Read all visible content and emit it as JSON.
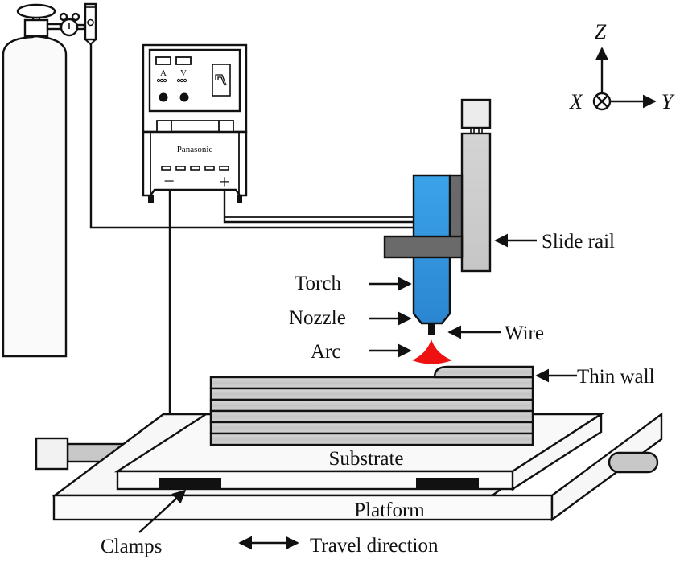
{
  "title": "Wire arc additive manufacturing (WAAM) experimental setup",
  "power_source": {
    "brand": "Panasonic",
    "meter_labels": [
      "A",
      "V"
    ],
    "terminal_negative": "−",
    "terminal_positive": "+"
  },
  "axes": {
    "z": "Z",
    "x": "X",
    "y": "Y"
  },
  "labels": {
    "slide_rail": "Slide rail",
    "torch": "Torch",
    "nozzle": "Nozzle",
    "wire": "Wire",
    "arc": "Arc",
    "thin_wall": "Thin wall",
    "substrate": "Substrate",
    "platform": "Platform",
    "clamps": "Clamps",
    "travel_direction": "Travel direction"
  },
  "thin_wall": {
    "layer_count": 6
  },
  "colors": {
    "torch": "#3a9be3",
    "torch_dark": "#2a82cc",
    "bracket": "#6a6a6a",
    "slide_rail": "#cfcfcf",
    "motor": "#ececec",
    "arc": "#ee1111",
    "wall_layer": "#c8c8c8",
    "panel": "#fafafa",
    "clamp": "#111111"
  }
}
